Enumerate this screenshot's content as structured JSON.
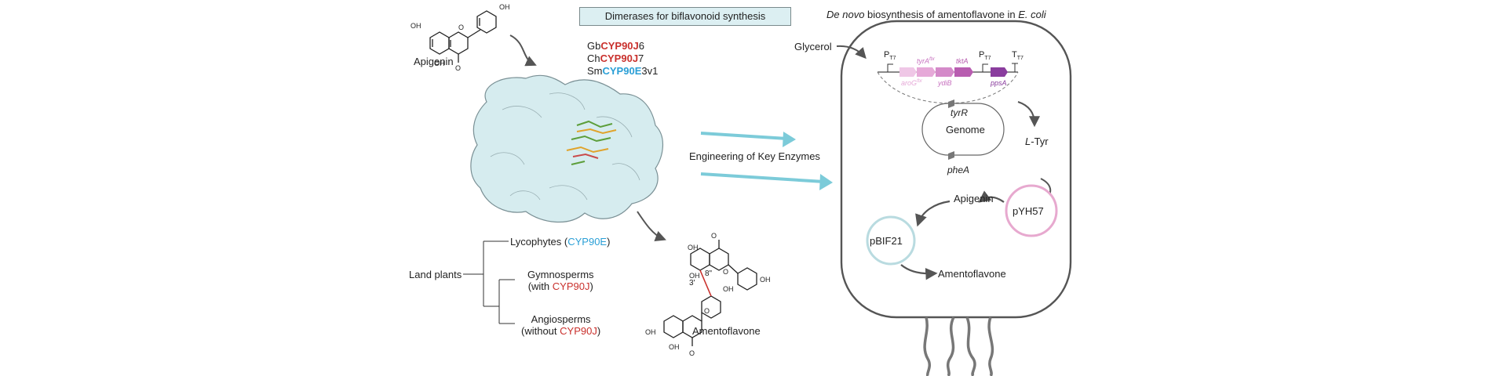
{
  "left_panel": {
    "title": "Dimerases for biflavonoid synthesis",
    "apigenin_label": "Apigenin",
    "enzymes": [
      {
        "prefix": "Gb",
        "family": "CYP90J",
        "suffix": "6"
      },
      {
        "prefix": "Ch",
        "family": "CYP90J",
        "suffix": "7"
      },
      {
        "prefix": "Sm",
        "family": "CYP90E",
        "suffix": "3v1"
      }
    ],
    "tree": {
      "root": "Land plants",
      "lycophytes": {
        "name": "Lycophytes (",
        "family": "CYP90E",
        "close": ")"
      },
      "gymnosperms": {
        "name": "Gymnosperms",
        "note_pre": "(with ",
        "family": "CYP90J",
        "note_post": ")"
      },
      "angiosperms": {
        "name": "Angiosperms",
        "note_pre": "(without ",
        "family": "CYP90J",
        "note_post": ")"
      }
    },
    "product_label": "Amentoflavone",
    "linkage": {
      "a": "8\"",
      "b": "3'"
    },
    "atoms": {
      "oh": "OH",
      "o": "O"
    }
  },
  "middle": {
    "label": "Engineering of Key Enzymes"
  },
  "right_panel": {
    "title_italic": "De novo",
    "title_mid": " biosynthesis of amentoflavone in ",
    "title_org": "E. coli",
    "glycerol": "Glycerol",
    "promoter1": "P",
    "promoter1_sub": "T7",
    "promoter2": "P",
    "promoter2_sub": "T7",
    "terminator": "T",
    "terminator_sub": "T7",
    "genes_top": [
      "tyrA",
      "tktA"
    ],
    "tyrA_sup": "fbr",
    "genes_bottom": [
      "aroG",
      "ydiB",
      "ppsA"
    ],
    "aroG_sup": "fbr",
    "genome": "Genome",
    "tyrR": "tyrR",
    "pheA": "pheA",
    "l_tyr_prefix": "L",
    "l_tyr_suffix": "-Tyr",
    "plasmid1": "pYH57",
    "plasmid2": "pBIF21",
    "apigenin": "Apigenin",
    "amentoflavone": "Amentoflavone"
  },
  "colors": {
    "title_bg": "#dceff2",
    "protein": "#d6ecef",
    "arrow_teal": "#7ccbd9",
    "red": "#c9302c",
    "blue": "#2a9fd6",
    "gene_light": "#e6a9d8",
    "gene_mid": "#c873c0",
    "gene_dark": "#8a3d9e",
    "pyh57_ring": "#e7a9cf",
    "pbif21_ring": "#b9dbe0"
  }
}
